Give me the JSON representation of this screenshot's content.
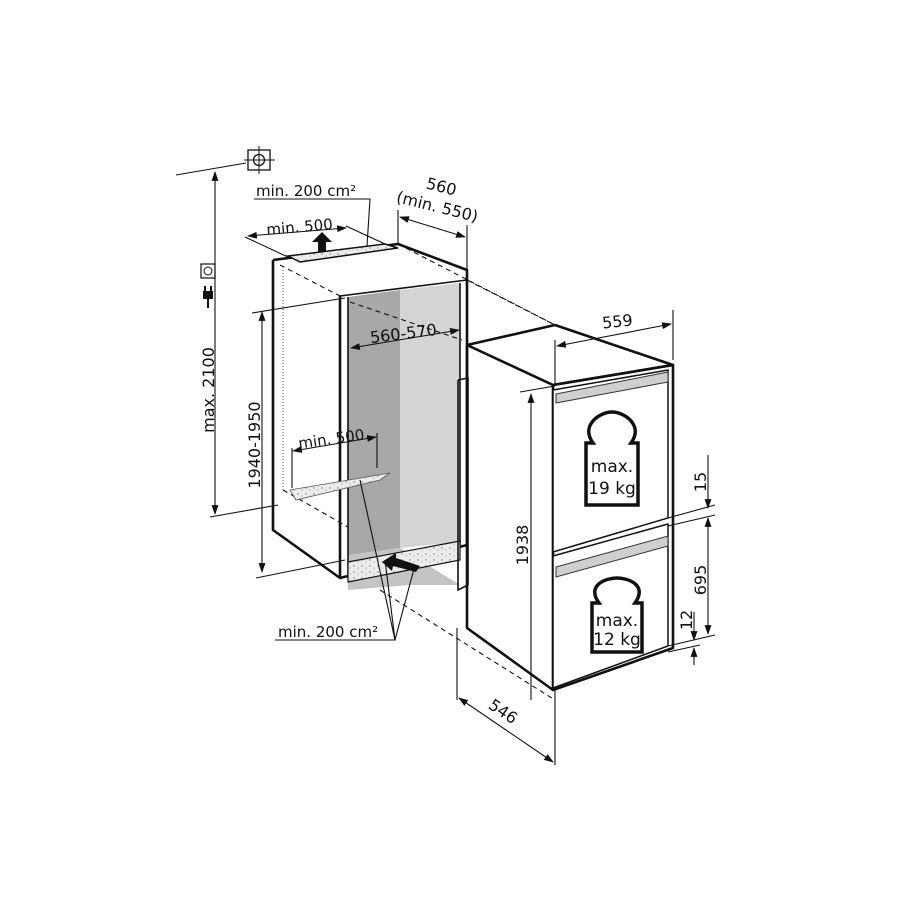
{
  "diagram": {
    "title": "Built-in fridge-freezer installation dimensions",
    "colors": {
      "line": "#111111",
      "niche_side_wall": "#a8a8a8",
      "niche_back_wall": "#d4d4d4",
      "niche_floor": "#c4c4c4",
      "vent_fill": "#e8e8e8",
      "background": "#ffffff"
    },
    "icons": {
      "ceiling_mount": "crosshair-square-icon",
      "socket": "power-socket-icon",
      "plug": "power-plug-icon",
      "air_up": "arrow-up-icon",
      "air_in": "arrow-in-icon",
      "weight_top": "weight-icon",
      "weight_bottom": "weight-icon"
    },
    "niche": {
      "top_vent_area": "min. 200 cm²",
      "top_vent_width": "min. 500",
      "depth": "560",
      "depth_min": "(min. 550)",
      "max_height": "max. 2100",
      "height_range": "1940-1950",
      "inner_width": "560-570",
      "bottom_vent_width": "min. 500",
      "bottom_vent_area": "min. 200 cm²"
    },
    "appliance": {
      "width": "559",
      "height": "1938",
      "depth": "546",
      "gap_top": "15",
      "lower_door_height": "695",
      "gap_bottom": "12",
      "upper_door_load": {
        "line1": "max.",
        "line2": "19 kg"
      },
      "lower_door_load": {
        "line1": "max.",
        "line2": "12 kg"
      }
    }
  }
}
